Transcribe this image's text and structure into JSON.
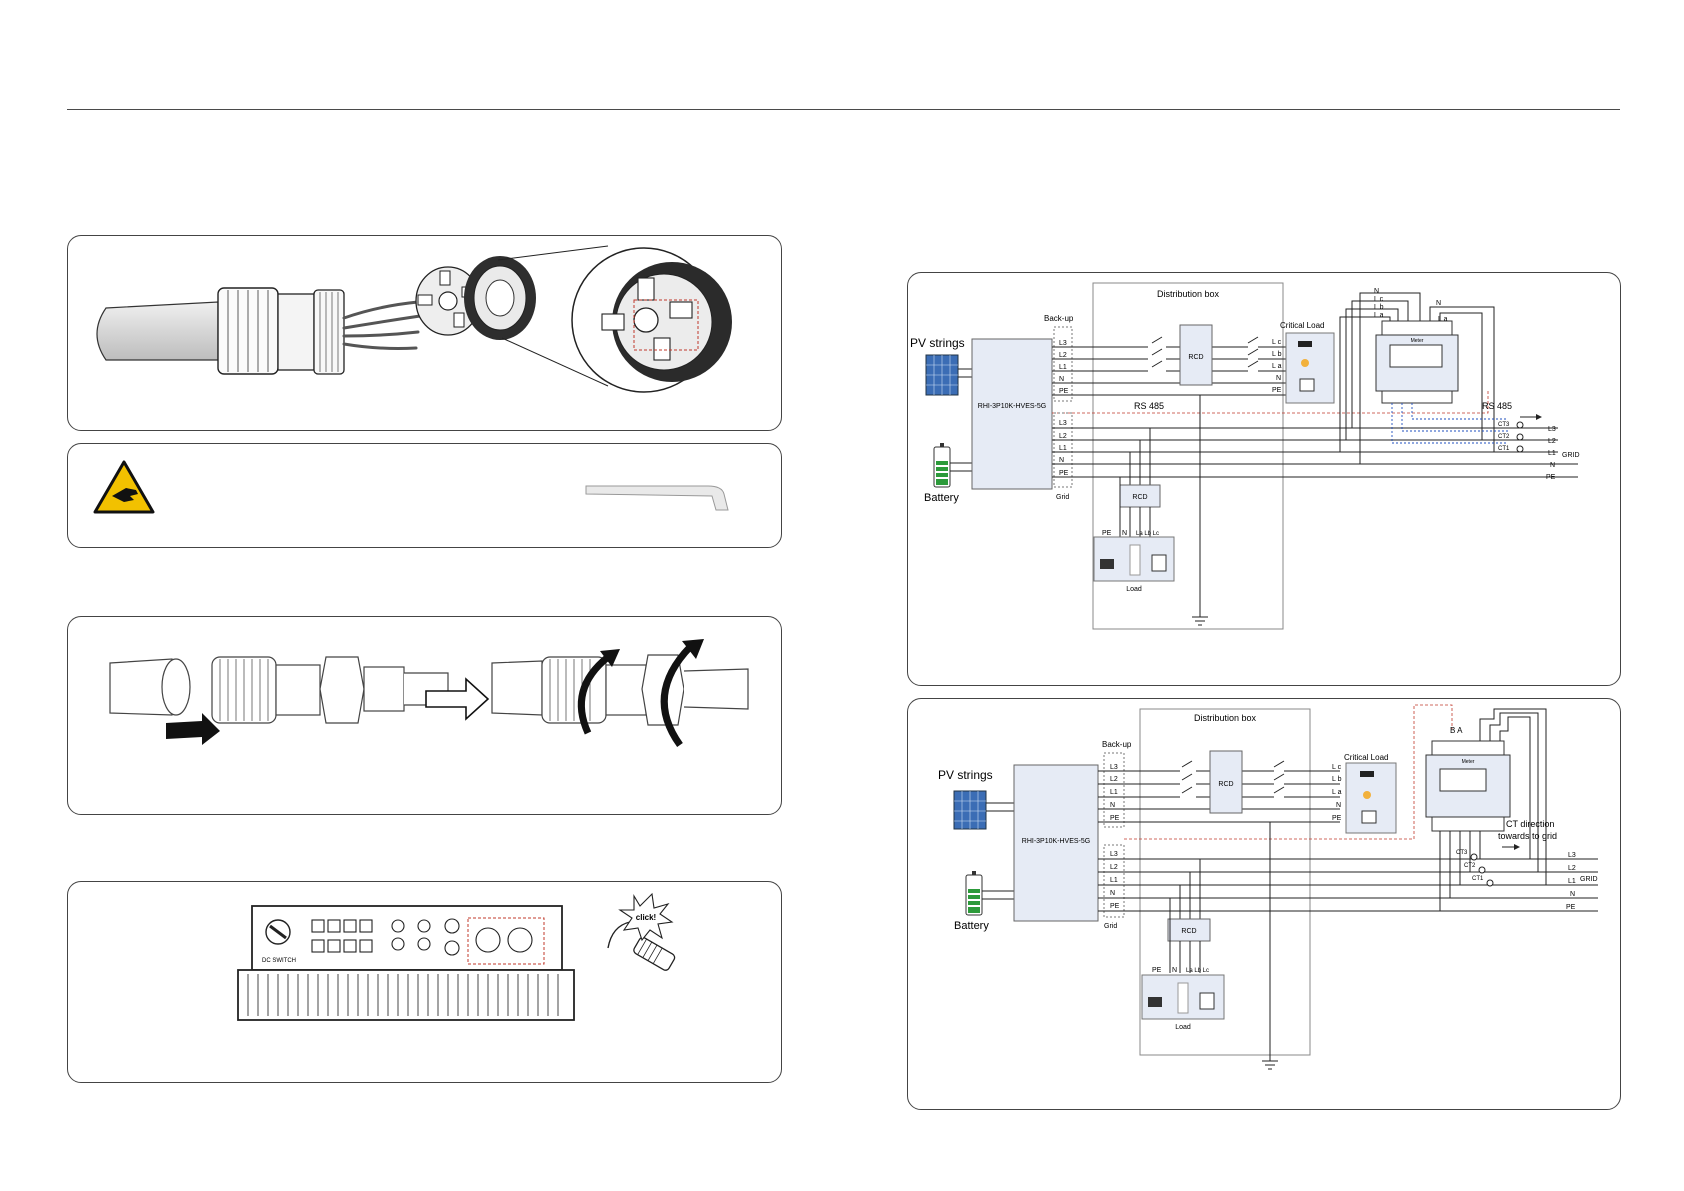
{
  "diagram_1": {
    "title": "Distribution box",
    "backup_label": "Back-up",
    "critical_load_label": "Critical Load",
    "pv_label": "PV strings",
    "battery_label": "Battery",
    "inverter_label": "RHI-3P10K-HVES-5G",
    "rcd_label": "RCD",
    "rs485_left": "RS 485",
    "rs485_right": "RS 485",
    "grid_label": "Grid",
    "grid_side_label": "GRID",
    "load_label": "Load",
    "meter_label": "Meter",
    "meter_n_label": "N",
    "meter_la_label": "L a",
    "load_pe": "PE",
    "load_n": "N",
    "load_lines": "La Lb Lc",
    "terminals": [
      "L3",
      "L2",
      "L1",
      "N",
      "PE"
    ],
    "backup_lines": [
      "L c",
      "L b",
      "L a",
      "N",
      "PE"
    ],
    "meter_top_labels": [
      "N",
      "L c",
      "L b",
      "L a"
    ],
    "ct_labels": [
      "CT3",
      "CT2",
      "CT1"
    ],
    "grid_lines": [
      "L3",
      "L2",
      "L1",
      "N",
      "PE"
    ]
  },
  "diagram_2": {
    "title": "Distribution box",
    "backup_label": "Back-up",
    "critical_load_label": "Critical Load",
    "pv_label": "PV strings",
    "battery_label": "Battery",
    "inverter_label": "RHI-3P10K-HVES-5G",
    "rcd_label": "RCD",
    "grid_label": "Grid",
    "grid_side_label": "GRID",
    "load_label": "Load",
    "meter_label": "Meter",
    "meter_ba_label": "B  A",
    "ct_direction_line1": "CT direction",
    "ct_direction_line2": "towards to grid",
    "load_pe": "PE",
    "load_n": "N",
    "load_lines": "La Lb Lc",
    "terminals": [
      "L3",
      "L2",
      "L1",
      "N",
      "PE"
    ],
    "backup_lines": [
      "L c",
      "L b",
      "L a",
      "N",
      "PE"
    ],
    "ct_labels": [
      "CT3",
      "CT2",
      "CT1"
    ],
    "grid_lines": [
      "L3",
      "L2",
      "L1",
      "N",
      "PE"
    ]
  },
  "illustrations": {
    "click_label": "click!",
    "dc_switch_label": "DC SWITCH"
  }
}
